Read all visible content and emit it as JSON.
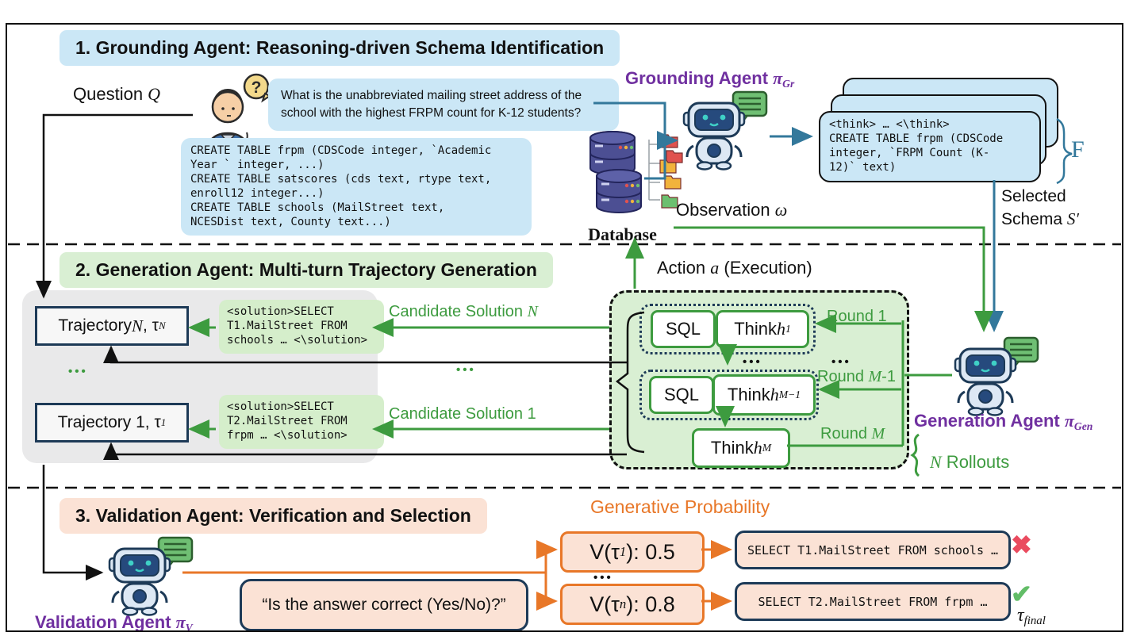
{
  "colors": {
    "light_blue": "#cbe7f6",
    "light_green": "#d9efd3",
    "peach": "#fbe2d5",
    "green": "#3d9b3f",
    "teal": "#33789b",
    "purple": "#7030a0",
    "orange": "#e87728",
    "navy": "#1d3a57",
    "red_x": "#ea4b5f",
    "check_green": "#62bd67",
    "gray": "#e9e9ea"
  },
  "section1": {
    "title": "1. Grounding Agent: Reasoning-driven Schema Identification",
    "question_label": {
      "pre": "Question ",
      "math": "Q"
    },
    "question_mark": "?",
    "question_text": "What is the unabbreviated mailing street address of the school with the highest FRPM count for K-12 students?",
    "schema_code": "CREATE TABLE frpm (CDSCode integer, `Academic\nYear ` integer, ...)\nCREATE TABLE satscores (cds text, rtype text,\nenroll12 integer...)\nCREATE TABLE schools (MailStreet text,\nNCESDist text, County text...)",
    "database_label": "Database",
    "grounding_agent": {
      "pre": "Grounding Agent ",
      "pi": "π",
      "sub": "Gr"
    },
    "schema_card_code": "<think> … <\\think>\nCREATE TABLE frpm (CDSCode\ninteger, `FRPM Count (K-\n12)` text)",
    "f_label": "F",
    "selected_schema": {
      "line1": "Selected",
      "line2": "Schema ",
      "math": "S′"
    },
    "observation": {
      "pre": "Observation ",
      "math": "ω"
    }
  },
  "section2": {
    "title": "2. Generation Agent: Multi-turn Trajectory Generation",
    "action_label": {
      "pre": "Action ",
      "math": "a",
      "post": " (Execution)"
    },
    "trajectory_n": {
      "pre": "Trajectory ",
      "math": "N",
      "mid": ", τ",
      "sub": "N"
    },
    "trajectory_1": {
      "pre": "Trajectory 1, τ",
      "sub": "1"
    },
    "dots_left": "•••",
    "dots_mid": "•••",
    "dots_rounds1": "•••",
    "dots_rounds2": "•••",
    "solution_n_code": "<solution>SELECT\nT1.MailStreet FROM\nschools … <\\solution>",
    "solution_1_code": "<solution>SELECT\nT2.MailStreet FROM\nfrpm … <\\solution>",
    "candidate_n": {
      "pre": "Candidate Solution ",
      "math": "N"
    },
    "candidate_1": "Candidate Solution 1",
    "sql_label_1": "SQL",
    "sql_label_2": "SQL",
    "think_1": {
      "pre": "Think ",
      "math": "h",
      "sub": "1"
    },
    "think_m1": {
      "pre": "Think ",
      "math": "h",
      "sub": "M−1"
    },
    "think_m": {
      "pre": "Think ",
      "math": "h",
      "sub": "M"
    },
    "round_1": "Round 1",
    "round_m1": {
      "pre": "Round ",
      "math": "M",
      "post": "-1"
    },
    "round_m": {
      "pre": "Round ",
      "math": "M"
    },
    "n_rollouts": {
      "math": "N",
      "post": " Rollouts"
    },
    "generation_agent": {
      "pre": "Generation Agent ",
      "pi": "π",
      "sub": "Gen"
    }
  },
  "section3": {
    "title": "3. Validation Agent: Verification and Selection",
    "generative_probability": "Generative Probability",
    "validation_agent": {
      "pre": "Validation Agent ",
      "pi": "π",
      "sub": "V"
    },
    "quote": "“Is the answer correct (Yes/No)?”",
    "v1": {
      "pre": "V(τ",
      "sub": "1",
      "post": "): 0.5"
    },
    "vn": {
      "pre": "V(τ",
      "sub": "n",
      "post": "): 0.8"
    },
    "dots": "•••",
    "sql_result_1": "SELECT T1.MailStreet FROM schools …",
    "sql_result_2": "SELECT T2.MailStreet FROM frpm …",
    "cross": "✖",
    "check": "✔",
    "tau_final": {
      "math": "τ",
      "sub": "final"
    }
  }
}
